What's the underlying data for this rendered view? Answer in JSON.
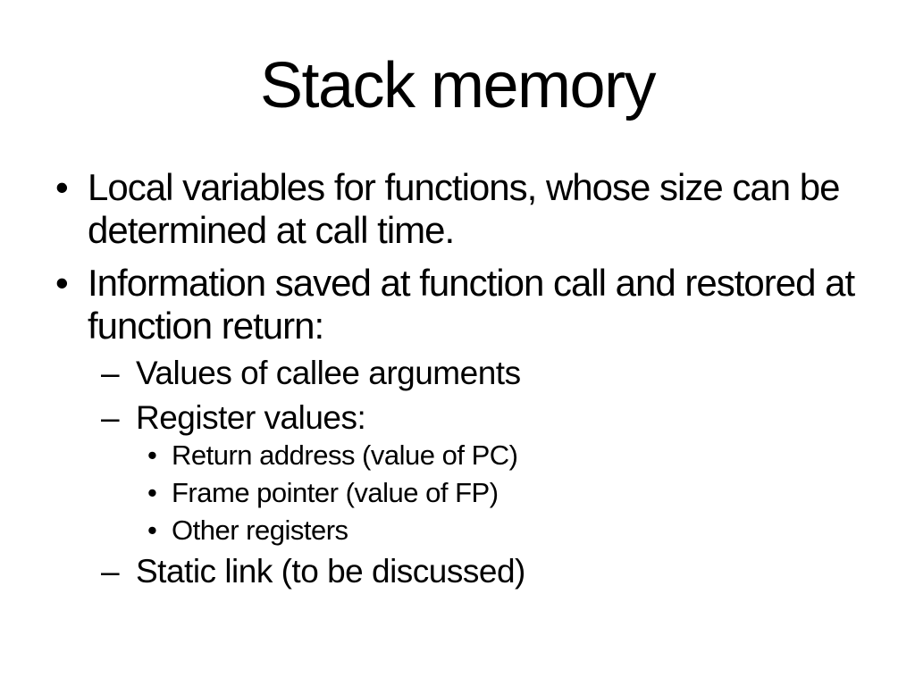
{
  "slide": {
    "title": "Stack memory",
    "colors": {
      "background": "#ffffff",
      "text": "#000000"
    },
    "bullets": [
      {
        "level": 1,
        "marker": "•",
        "text": "Local variables for functions, whose size can be determined at call time."
      },
      {
        "level": 1,
        "marker": "•",
        "text": "Information saved at function call and restored at function return:"
      },
      {
        "level": 2,
        "marker": "–",
        "text": "Values of callee arguments"
      },
      {
        "level": 2,
        "marker": "–",
        "text": "Register values:"
      },
      {
        "level": 3,
        "marker": "•",
        "text": "Return address (value of PC)"
      },
      {
        "level": 3,
        "marker": "•",
        "text": "Frame pointer (value of FP)"
      },
      {
        "level": 3,
        "marker": "•",
        "text": "Other registers"
      },
      {
        "level": 2,
        "marker": "–",
        "text": "Static link (to be discussed)"
      }
    ]
  }
}
